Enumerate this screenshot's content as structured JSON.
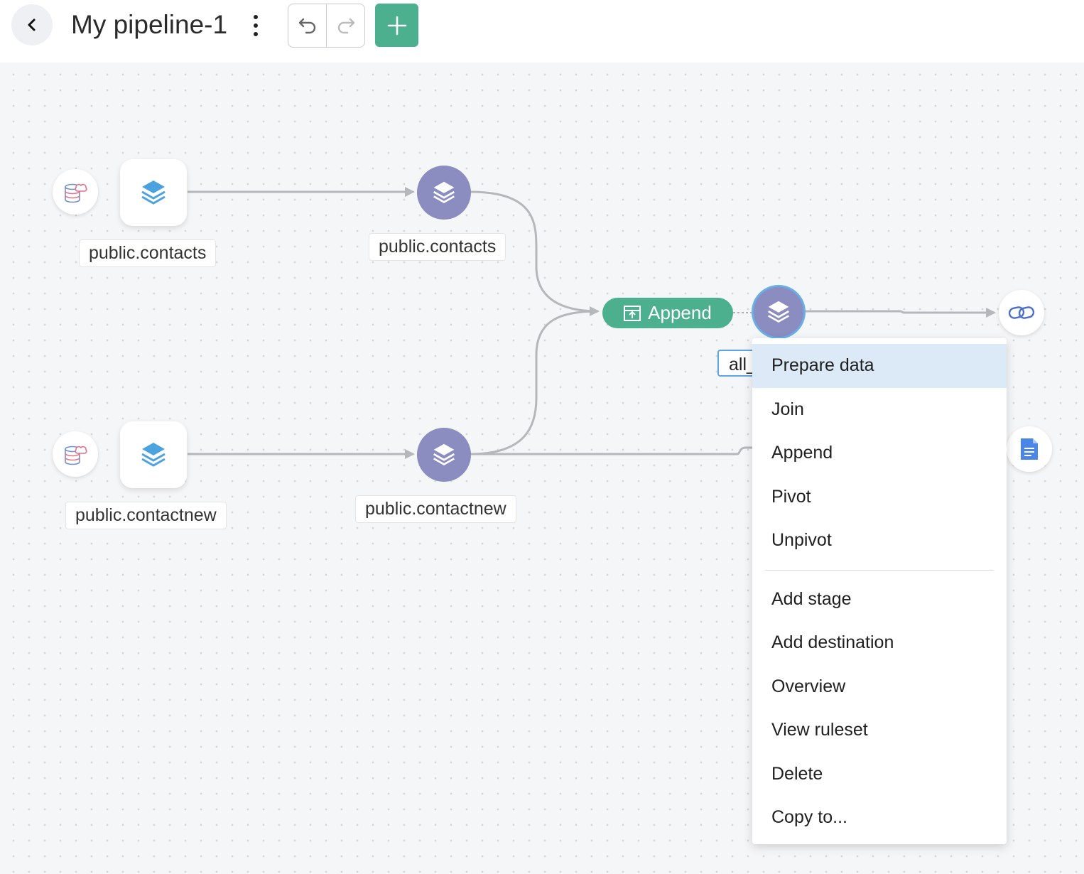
{
  "header": {
    "title": "My pipeline-1",
    "back_icon": "chevron-left-icon",
    "more_icon": "kebab-icon",
    "undo_icon": "undo-icon",
    "redo_icon": "redo-icon",
    "add_icon": "plus-icon",
    "accent_color": "#4caf8e"
  },
  "canvas": {
    "sources": [
      {
        "icon": "cloud-database-icon"
      },
      {
        "icon": "cloud-database-icon"
      }
    ],
    "datasets": [
      {
        "label": "public.contacts",
        "icon": "layers-icon"
      },
      {
        "label": "public.contactnew",
        "icon": "layers-icon"
      }
    ],
    "stages": [
      {
        "label": "public.contacts",
        "icon": "layers-icon"
      },
      {
        "label": "public.contactnew",
        "icon": "layers-icon"
      },
      {
        "label": "all_",
        "icon": "layers-icon"
      }
    ],
    "append_node": {
      "label": "Append",
      "icon": "append-icon"
    },
    "destinations": [
      {
        "icon": "link-icon"
      },
      {
        "icon": "document-icon"
      }
    ],
    "stage_color": "#8b8cbf"
  },
  "context_menu": {
    "group1": [
      "Prepare data",
      "Join",
      "Append",
      "Pivot",
      "Unpivot"
    ],
    "group2": [
      "Add stage",
      "Add destination",
      "Overview",
      "View ruleset",
      "Delete",
      "Copy to..."
    ],
    "active_item": "Prepare data"
  }
}
